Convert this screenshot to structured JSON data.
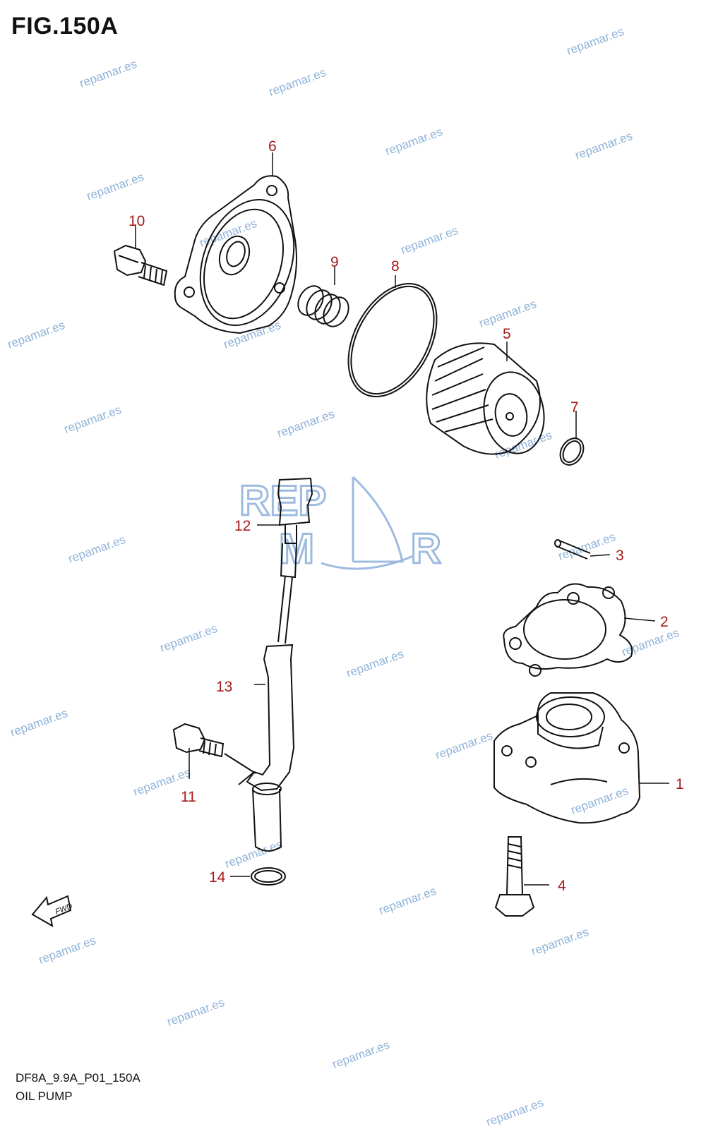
{
  "figure": {
    "title": "FIG.150A",
    "code": "DF8A_9.9A_P01_150A",
    "name": "OIL PUMP"
  },
  "watermark_text": "repamar.es",
  "logo": {
    "text_top": "REP",
    "text_bottom": "M R",
    "color": "#9dbbe0"
  },
  "fwd_label": "FWD",
  "colors": {
    "callout": "#a61b1b",
    "line": "#111111",
    "watermark": "#8fb3d9"
  },
  "callouts": [
    {
      "id": "1",
      "label": "1"
    },
    {
      "id": "2",
      "label": "2"
    },
    {
      "id": "3",
      "label": "3"
    },
    {
      "id": "4",
      "label": "4"
    },
    {
      "id": "5",
      "label": "5"
    },
    {
      "id": "6",
      "label": "6"
    },
    {
      "id": "7",
      "label": "7"
    },
    {
      "id": "8",
      "label": "8"
    },
    {
      "id": "9",
      "label": "9"
    },
    {
      "id": "10",
      "label": "10"
    },
    {
      "id": "11",
      "label": "11"
    },
    {
      "id": "12",
      "label": "12"
    },
    {
      "id": "13",
      "label": "13"
    },
    {
      "id": "14",
      "label": "14"
    }
  ]
}
